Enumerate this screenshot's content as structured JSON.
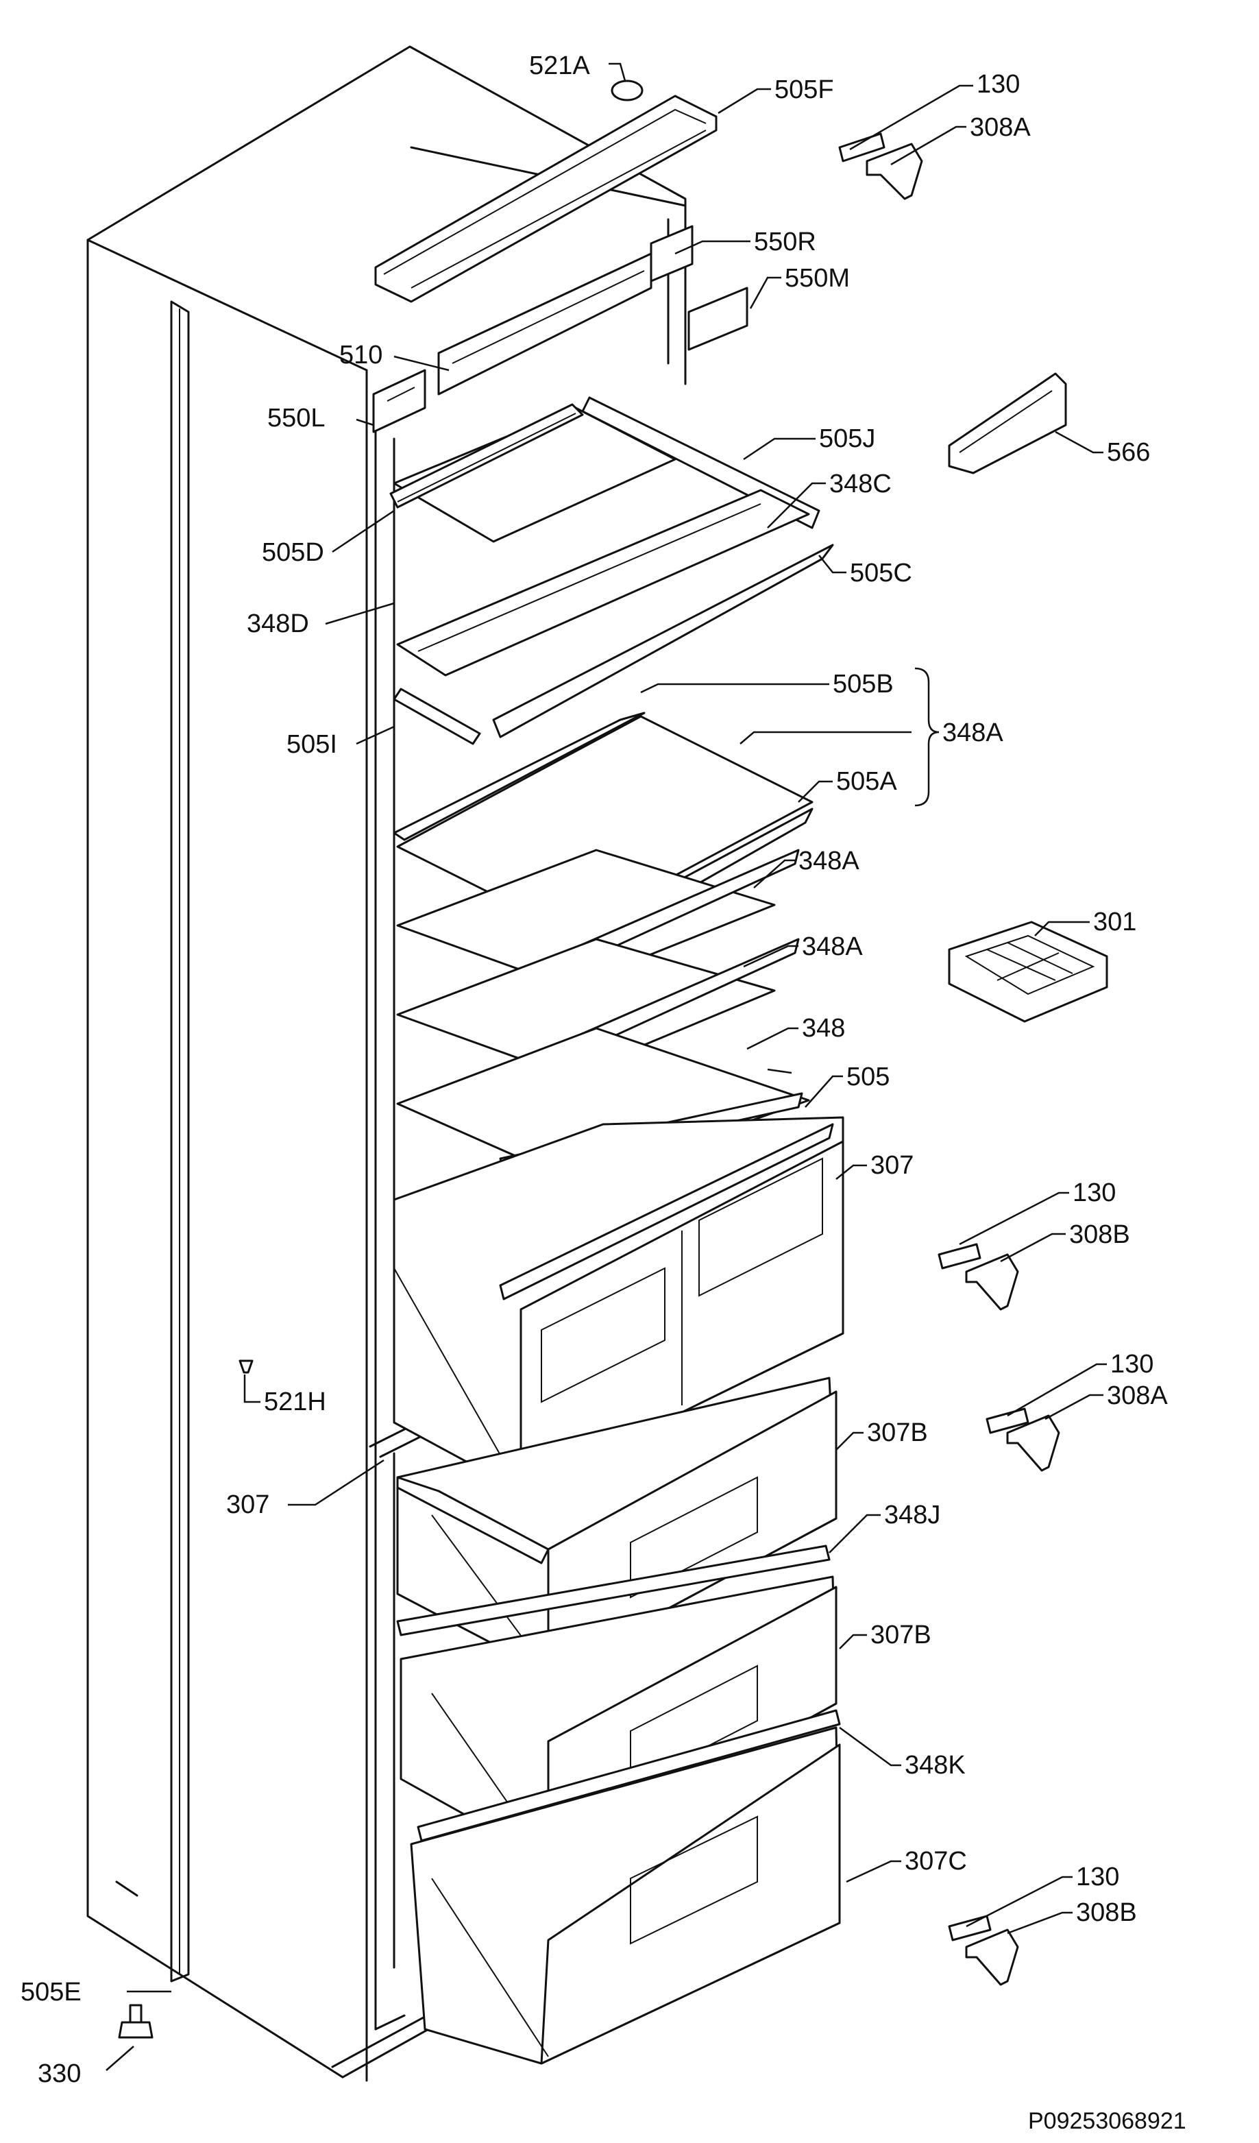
{
  "diagram": {
    "labels": {
      "l521A": "521A",
      "l505F": "505F",
      "l130a": "130",
      "l308Aa": "308A",
      "l550R": "550R",
      "l550M": "550M",
      "l510": "510",
      "l550L": "550L",
      "l505J": "505J",
      "l566": "566",
      "l348C": "348C",
      "l505D": "505D",
      "l505C": "505C",
      "l348D": "348D",
      "l505B": "505B",
      "l348Abr": "348A",
      "l505I": "505I",
      "l505A": "505A",
      "l348A1": "348A",
      "l301": "301",
      "l348A2": "348A",
      "l348": "348",
      "l505": "505",
      "l307r": "307",
      "l130b": "130",
      "l308Ba": "308B",
      "l130c": "130",
      "l308Ab": "308A",
      "l521H": "521H",
      "l307Ba": "307B",
      "l307l": "307",
      "l348J": "348J",
      "l307Bb": "307B",
      "l348K": "348K",
      "l307C": "307C",
      "l130d": "130",
      "l308Bb": "308B",
      "l505E": "505E",
      "l330": "330"
    },
    "drawing_code": "P09253068921"
  }
}
